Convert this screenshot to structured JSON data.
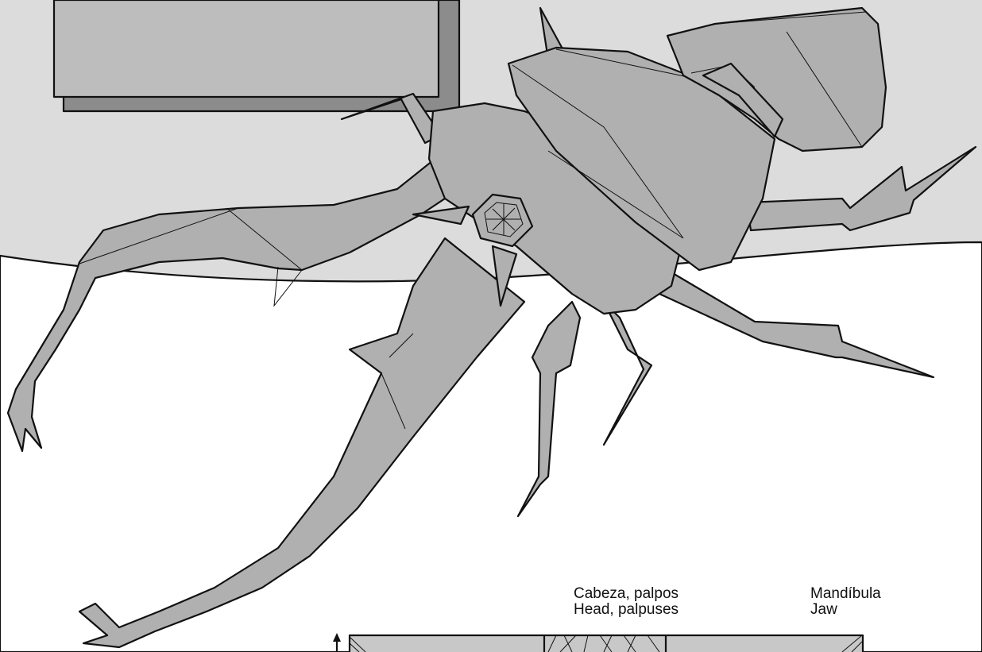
{
  "colors": {
    "background_wall": "#dcdcdc",
    "floor": "#ffffff",
    "paper": "#b0b0b0",
    "frame_face": "#bdbdbd",
    "frame_shadow": "#8c8c8c",
    "outline": "#111111",
    "crease_pattern_fill": "#c8c8c8"
  },
  "labels": {
    "head": {
      "spanish": "Cabeza, palpos",
      "english": "Head, palpuses"
    },
    "jaw": {
      "spanish": "Mandíbula",
      "english": "Jaw"
    }
  },
  "icons": {
    "up_arrow": "arrow-up-icon",
    "center_mark": "asterisk-icon"
  }
}
